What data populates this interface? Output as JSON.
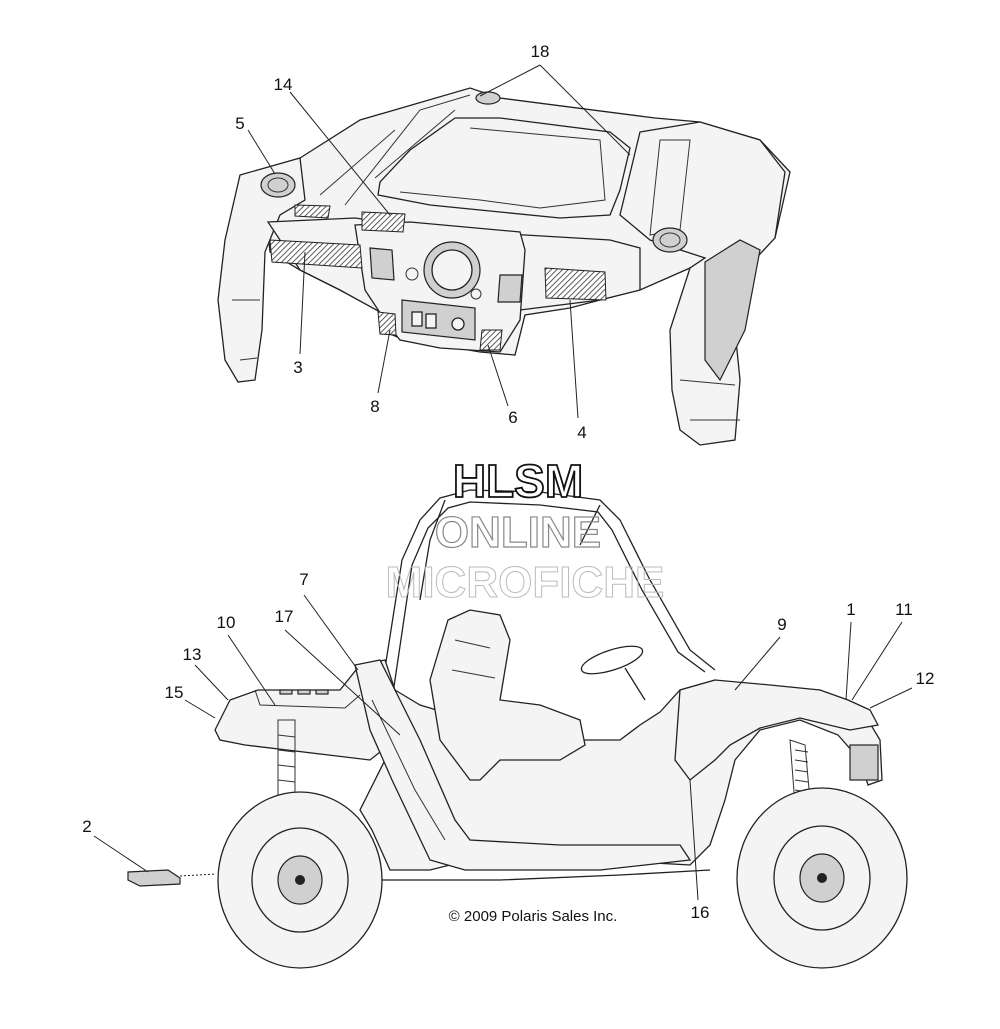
{
  "watermark": {
    "line1": "HLSM",
    "line2": "ONLINE",
    "line3": "MICROFICHE"
  },
  "copyright": "© 2009 Polaris Sales Inc.",
  "callouts": {
    "c1": "1",
    "c2": "2",
    "c3": "3",
    "c4": "4",
    "c5": "5",
    "c6": "6",
    "c7": "7",
    "c8": "8",
    "c9": "9",
    "c10": "10",
    "c11": "11",
    "c12": "12",
    "c13": "13",
    "c14": "14",
    "c15": "15",
    "c16": "16",
    "c17": "17",
    "c18": "18"
  }
}
